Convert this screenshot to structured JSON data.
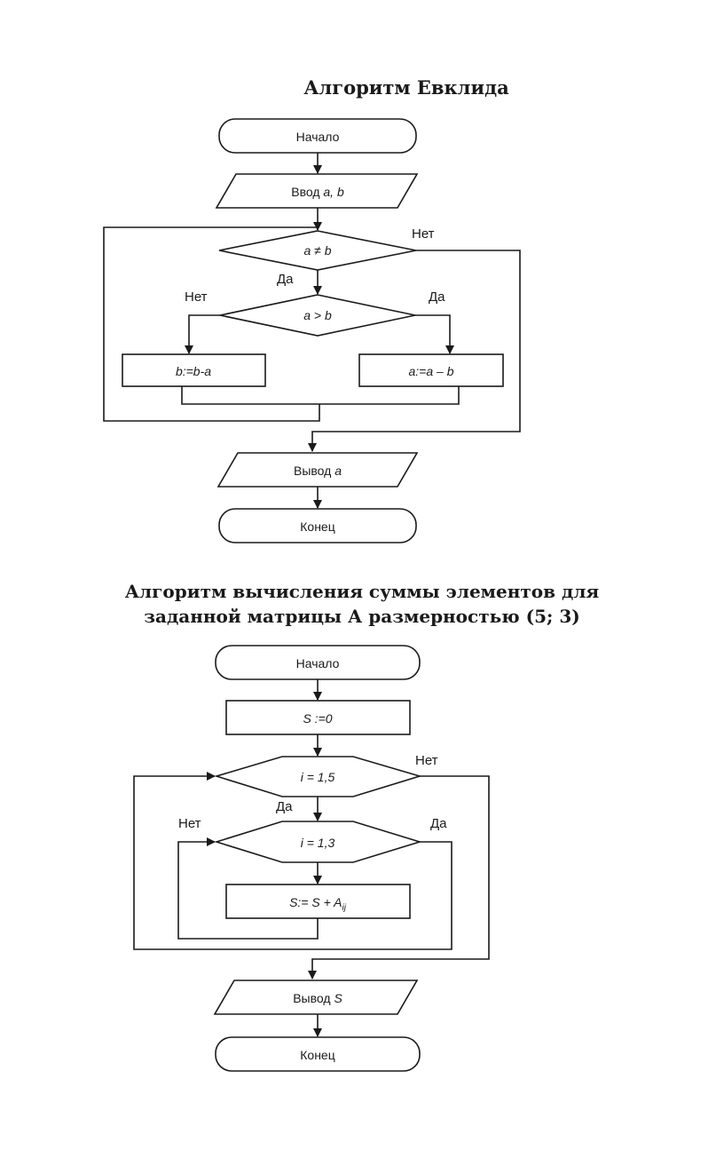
{
  "euclid": {
    "title": "Алгоритм Евклида",
    "start": "Начало",
    "input_prefix": "Ввод ",
    "input_vars": "a, b",
    "condition1": "a ≠ b",
    "condition2": "a > b",
    "left_assign": "b:=b-a",
    "right_assign": "a:=a – b",
    "output_prefix": "Вывод ",
    "output_var": "a",
    "end": "Конец",
    "yes_label": "Да",
    "no_label": "Нет"
  },
  "matrix_sum": {
    "title_line1": "Алгоритм вычисления суммы элементов для",
    "title_line2": "заданной матрицы А размерностью (5; 3)",
    "start": "Начало",
    "init": "S :=0",
    "loop_i": "i = 1,5",
    "loop_j": "i = 1,3",
    "accumulate_base": "S:= S + A",
    "accumulate_sub": "ij",
    "output_prefix": "Вывод ",
    "output_var": "S",
    "end": "Конец",
    "yes_label": "Да",
    "no_label": "Нет"
  }
}
